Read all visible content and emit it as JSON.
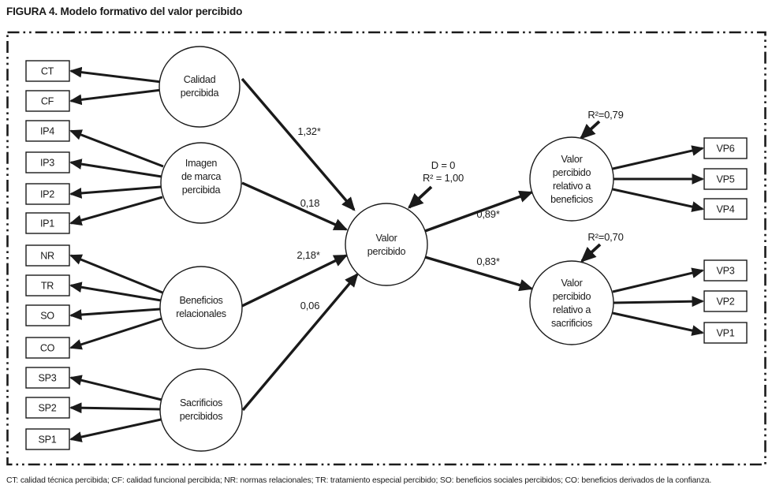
{
  "figure": {
    "title": "FIGURA 4. Modelo formativo del valor percibido",
    "footnote": "CT: calidad técnica percibida; CF: calidad funcional percibida; NR: normas relacionales; TR: tratamiento especial percibido;  SO: beneficios sociales percibidos; CO: beneficios derivados de la confianza."
  },
  "indicators": {
    "ct": "CT",
    "cf": "CF",
    "ip4": "IP4",
    "ip3": "IP3",
    "ip2": "IP2",
    "ip1": "IP1",
    "nr": "NR",
    "tr": "TR",
    "so": "SO",
    "co": "CO",
    "sp3": "SP3",
    "sp2": "SP2",
    "sp1": "SP1",
    "vp6": "VP6",
    "vp5": "VP5",
    "vp4": "VP4",
    "vp3": "VP3",
    "vp2": "VP2",
    "vp1": "VP1"
  },
  "constructs": {
    "calidad": {
      "lines": [
        "Calidad",
        "percibida"
      ]
    },
    "imagen": {
      "lines": [
        "Imagen",
        "de marca",
        "percibida"
      ]
    },
    "beneficios": {
      "lines": [
        "Beneficios",
        "relacionales"
      ]
    },
    "sacrificios": {
      "lines": [
        "Sacrificios",
        "percibidos"
      ]
    },
    "valor": {
      "lines": [
        "Valor",
        "percibido"
      ]
    },
    "valor_rel_beneficios": {
      "lines": [
        "Valor",
        "percibido",
        "relativo a",
        "beneficios"
      ]
    },
    "valor_rel_sacrificios": {
      "lines": [
        "Valor",
        "percibido",
        "relativo a",
        "sacrificios"
      ]
    }
  },
  "coefficients": {
    "calidad_to_valor": "1,32*",
    "imagen_to_valor": "0,18",
    "beneficios_to_valor": "2,18*",
    "sacrificios_to_valor": "0,06",
    "valor_to_rel_beneficios": "0,89*",
    "valor_to_rel_sacrificios": "0,83*"
  },
  "annotations": {
    "valor_disturbance": "D = 0",
    "valor_r2": "R² = 1,00",
    "r2_beneficios": "R²=0,79",
    "r2_sacrificios": "R²=0,70"
  },
  "colors": {
    "ink": "#1a1a1a",
    "background": "#ffffff"
  }
}
